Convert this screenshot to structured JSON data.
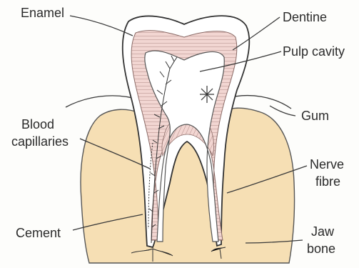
{
  "labels": {
    "enamel": "Enamel",
    "dentine": "Dentine",
    "pulp_cavity": "Pulp cavity",
    "gum": "Gum",
    "blood_capillaries_1": "Blood",
    "blood_capillaries_2": "capillaries",
    "nerve_fibre_1": "Nerve",
    "nerve_fibre_2": "fibre",
    "cement": "Cement",
    "jaw_bone_1": "Jaw",
    "jaw_bone_2": "bone"
  },
  "colors": {
    "jaw_bone": "#f6dfb4",
    "dentine": "#f2d6d2",
    "enamel": "#ffffff",
    "pulp": "#ffffff",
    "outline": "#333333"
  }
}
